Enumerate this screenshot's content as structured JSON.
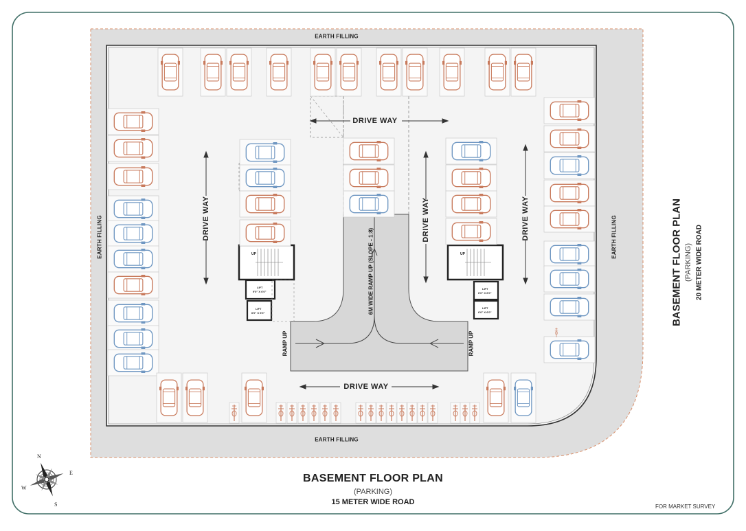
{
  "labels": {
    "earth_top": "EARTH FILLING",
    "earth_bottom": "EARTH FILLING",
    "earth_left": "EARTH FILLING",
    "earth_right": "EARTH FILLING",
    "drive_top": "DRIVE WAY",
    "drive_bottom": "DRIVE WAY",
    "drive_left": "DRIVE WAY",
    "drive_mid": "DRIVE WAY",
    "drive_right": "DRIVE WAY",
    "ramp_main": "6M WIDE RAMP UP (SLOPE - 1:8)",
    "ramp_left": "RAMP UP",
    "ramp_right": "RAMP UP",
    "up_left": "UP",
    "up_right": "UP",
    "lift_label": "LIFT",
    "lift_size_a": "9'0\" X 6'0\"",
    "lift_size_b": "6'0\" X 6'0\"",
    "note": "FOR MARKET SURVEY"
  },
  "title": {
    "main": "BASEMENT FLOOR PLAN",
    "sub": "(PARKING)",
    "road": "15 METER WIDE ROAD"
  },
  "side_title": {
    "main": "BASEMENT FLOOR PLAN",
    "sub": "(PARKING)",
    "road": "20 METER WIDE ROAD"
  },
  "compass": {
    "n": "N",
    "s": "S",
    "e": "E",
    "w": "W"
  },
  "colors": {
    "car_red": "#c87a5c",
    "car_blue": "#6f97c2",
    "frame": "#3f6e66",
    "earth": "#dedede",
    "floor": "#f4f4f4"
  }
}
